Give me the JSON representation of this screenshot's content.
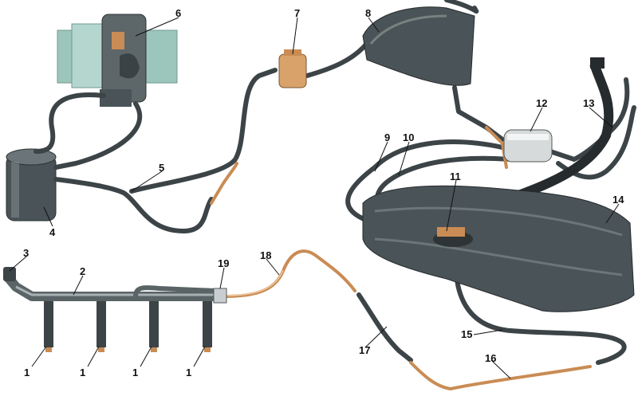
{
  "title": "Fuel system diagram",
  "callouts": {
    "fuel_injector": "1",
    "fuel_rail": "2",
    "pressure_regulator": "3",
    "canister": "4",
    "purge_valve": "5",
    "throttle_body": "6",
    "fuel_filter_small": "7",
    "reservoir": "8",
    "line_9": "9",
    "line_10": "10",
    "fuel_pump_module": "11",
    "fuel_filter": "12",
    "filler_neck": "13",
    "fuel_tank": "14",
    "line_15": "15",
    "line_16": "16",
    "hose_17": "17",
    "line_18": "18",
    "connector_19": "19"
  },
  "colors": {
    "hose": "#3c4448",
    "copper": "#c98c55",
    "throttle": "#8fb8b0",
    "tank": "#4a5357"
  }
}
